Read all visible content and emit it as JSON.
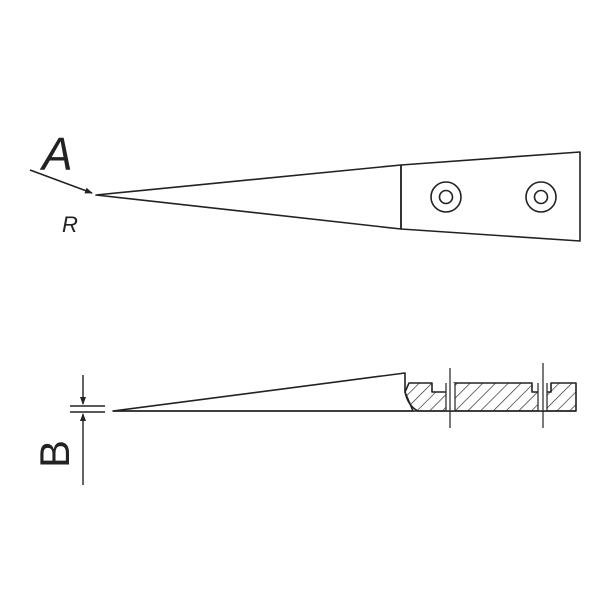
{
  "top_view": {
    "label_a": "A",
    "label_r": "R"
  },
  "side_view": {
    "label_b": "B"
  },
  "colors": {
    "stroke": "#222222",
    "background": "#ffffff"
  }
}
